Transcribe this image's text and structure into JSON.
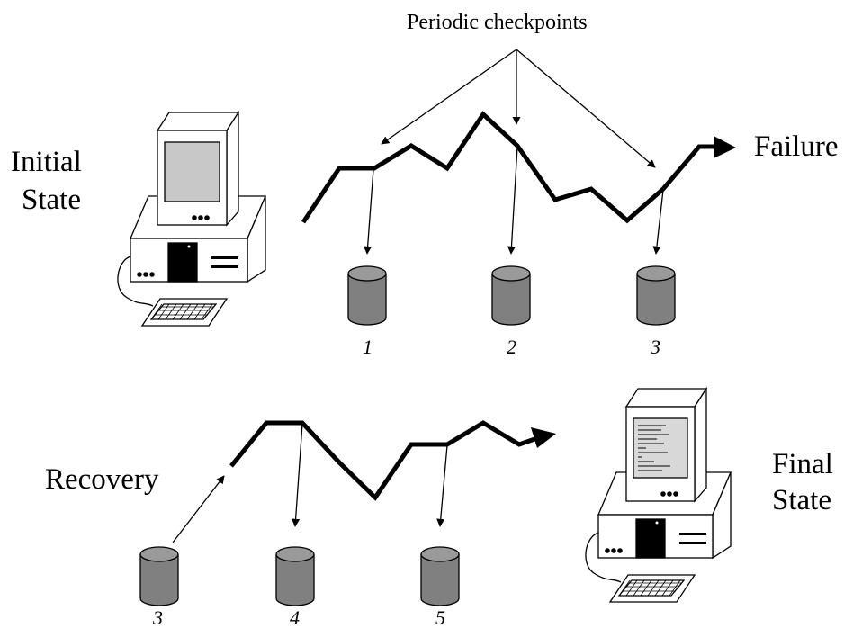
{
  "labels": {
    "periodic_checkpoints": "Periodic checkpoints",
    "failure": "Failure",
    "initial_line1": "Initial",
    "initial_line2": "State",
    "recovery": "Recovery",
    "final_line1": "Final",
    "final_line2": "State"
  },
  "top_checkpoints": [
    "1",
    "2",
    "3"
  ],
  "bottom_checkpoints": [
    "3",
    "4",
    "5"
  ],
  "colors": {
    "line": "#000000",
    "disk": "#808080",
    "disk_top": "#9a9a9a",
    "screen_blank": "#c8c8c8",
    "screen_text": "#d8d8d8",
    "computer": "#ffffff"
  }
}
